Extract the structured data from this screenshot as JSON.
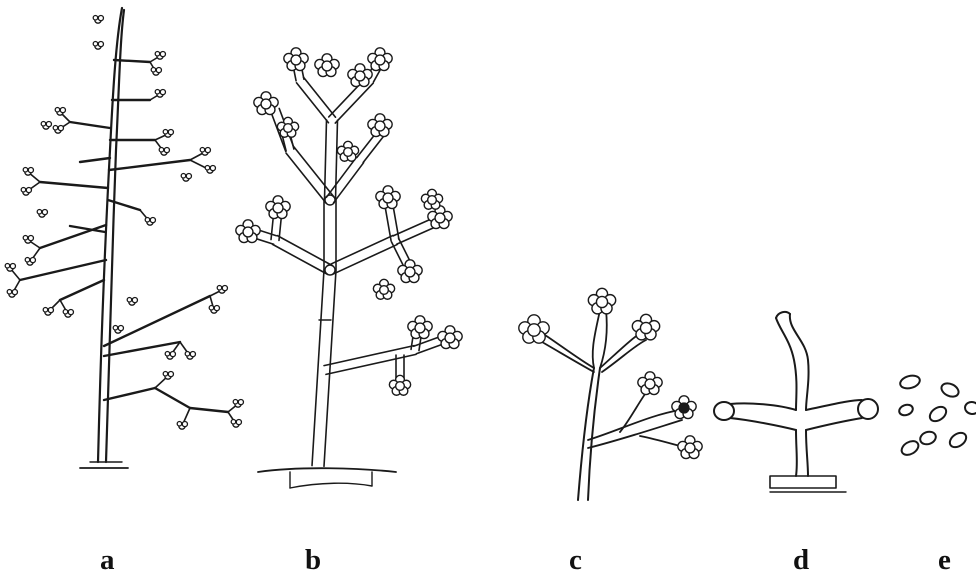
{
  "figure": {
    "panels": [
      {
        "label": "a"
      },
      {
        "label": "b"
      },
      {
        "label": "c"
      },
      {
        "label": "d"
      },
      {
        "label": "e"
      }
    ]
  },
  "colors": {
    "ink": "#1a1a1a",
    "background": "#ffffff"
  }
}
